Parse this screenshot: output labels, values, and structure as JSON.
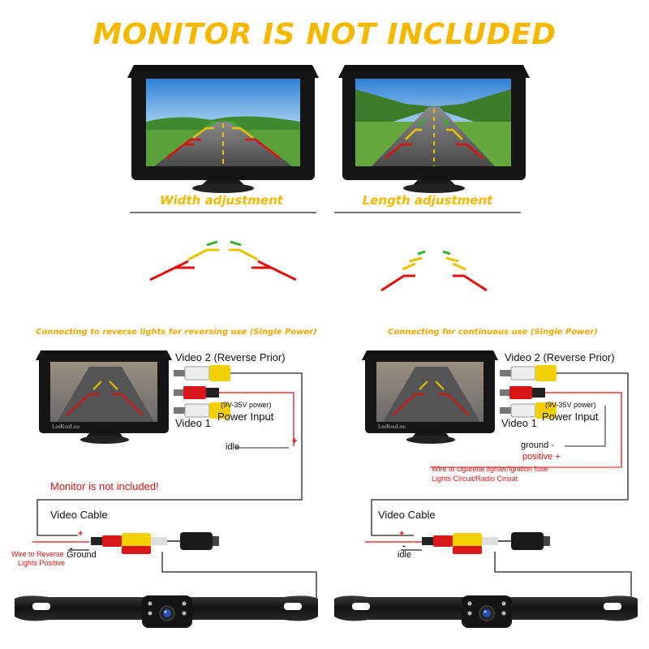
{
  "headline": "MONITOR IS NOT INCLUDED",
  "captions": {
    "width": "Width adjustment",
    "length": "Length adjustment"
  },
  "left_panel": {
    "title": "Connecting to reverse lights for reversing use (Single Power)",
    "video2": "Video 2 (Reverse Prior)",
    "power_spec": "(9V-35V power)",
    "power_input": "Power Input",
    "video1": "Video 1",
    "brand": "LeeKooLuu",
    "idle": "idle",
    "plus": "+",
    "monitor_note": "Monitor  is not included!",
    "video_cable": "Video Cable",
    "wire_plus": "+",
    "wire_minus": "-",
    "wire_label_1": "Wire to Reverse",
    "wire_label_2": "Lights Positive",
    "ground": "Ground"
  },
  "right_panel": {
    "title": "Connecting for continuous use (Single Power)",
    "video2": "Video 2 (Reverse Prior)",
    "power_spec": "(9V-35V power)",
    "power_input": "Power Input",
    "video1": "Video 1",
    "brand": "LeeKooLuu",
    "ground": "ground -",
    "positive": "positive +",
    "wire_label_1": "Wire to cigarette lighter/Ignition fuse",
    "wire_label_2": "Lights Circuit/Radio Cirsuit",
    "video_cable": "Video Cable",
    "wire_plus": "+",
    "wire_minus": "-",
    "idle": "idle"
  },
  "colors": {
    "accent": "#f5b800",
    "wire_red": "#e01010",
    "line": "#222222",
    "yellow_plug": "#f2d000",
    "red_plug": "#d81818"
  }
}
